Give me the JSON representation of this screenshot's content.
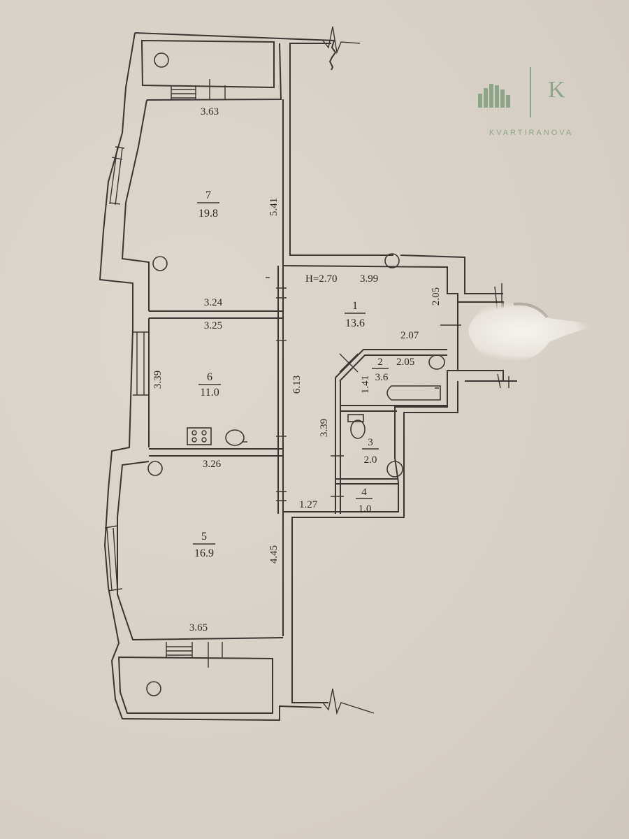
{
  "brand": {
    "name": "KVARTIRANOVA",
    "monogram": "K",
    "color": "#8fa58a"
  },
  "ceiling_height": "H=2.70",
  "rooms": [
    {
      "number": "1",
      "area": "13.6"
    },
    {
      "number": "2",
      "area": "3.6"
    },
    {
      "number": "3",
      "area": "2.0"
    },
    {
      "number": "4",
      "area": "1.0"
    },
    {
      "number": "5",
      "area": "16.9"
    },
    {
      "number": "6",
      "area": "11.0"
    },
    {
      "number": "7",
      "area": "19.8"
    }
  ],
  "dimensions": {
    "d_363": "3.63",
    "d_541": "5.41",
    "d_324": "3.24",
    "d_325": "3.25",
    "d_339a": "3.39",
    "d_613": "6.13",
    "d_326": "3.26",
    "d_445": "4.45",
    "d_365": "3.65",
    "d_399": "3.99",
    "d_205a": "2.05",
    "d_207": "2.07",
    "d_205b": "2.05",
    "d_141": "1.41",
    "d_339b": "3.39",
    "d_127": "1.27"
  },
  "colors": {
    "paper": "#dcd5cb",
    "ink": "#3a3633"
  }
}
